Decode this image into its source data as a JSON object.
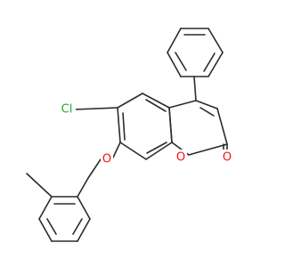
{
  "molecule": {
    "atom_labels": {
      "chlorine": "Cl",
      "ether_oxygen": "O",
      "ring_oxygen": "O",
      "carbonyl_oxygen": "O"
    },
    "colors": {
      "bond": "#2b2b2b",
      "chlorine": "#1fb01f",
      "oxygen": "#ff0d0d",
      "background": "#ffffff"
    }
  }
}
